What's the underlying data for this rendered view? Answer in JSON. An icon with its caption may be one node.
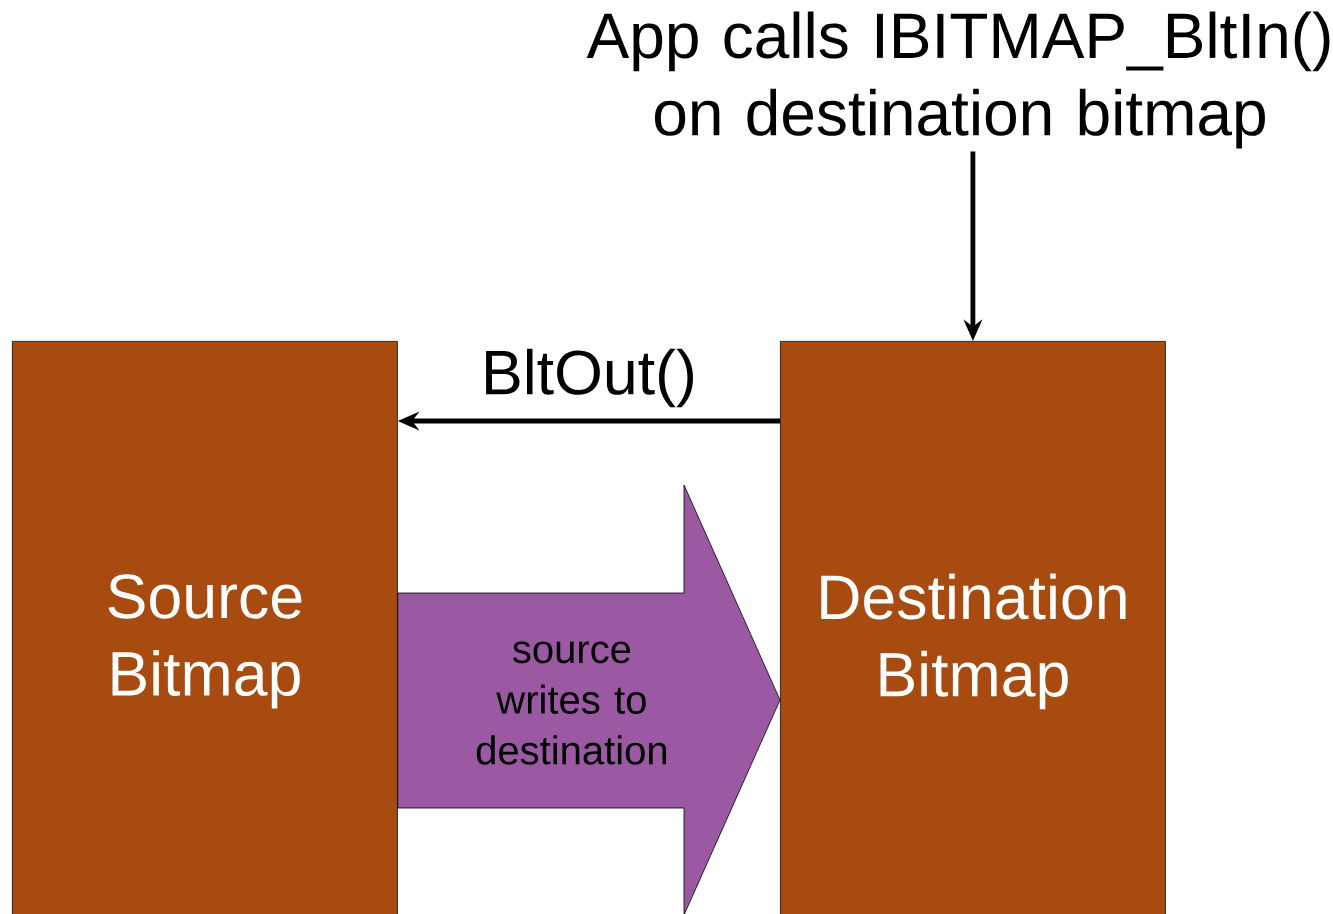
{
  "diagram": {
    "nodes": [
      {
        "text": [
          "Source Bitmap"
        ]
      },
      {
        "text": [
          "Destination Bitmap"
        ]
      },
      {
        "text": [
          "App calls IBITMAP_BltIn() on destination bitmap"
        ]
      }
    ],
    "edges": [
      {
        "from": 2,
        "to": 1,
        "arrow": "to"
      },
      {
        "from": 1,
        "to": 0,
        "arrow": "to",
        "label": "BltOut()"
      },
      {
        "from": 0,
        "to": 1,
        "arrow": "to",
        "label": "source writes to destination",
        "style": "thick",
        "color": "#9b59a4"
      }
    ]
  }
}
